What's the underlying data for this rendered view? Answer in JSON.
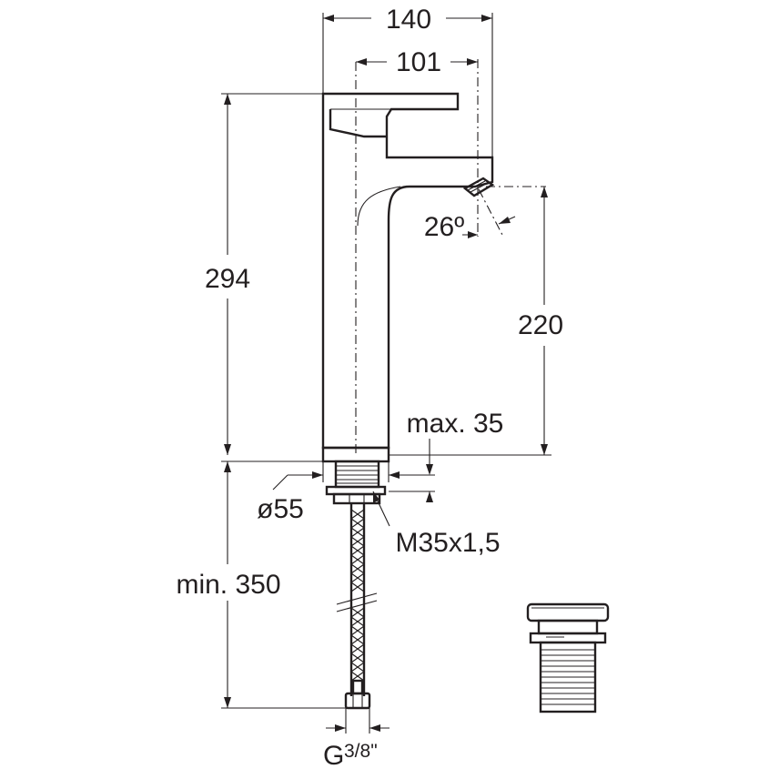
{
  "dimensions": {
    "overall_depth": "140",
    "spout_reach": "101",
    "total_height": "294",
    "spout_height": "220",
    "spray_angle": "26º",
    "max_deck_thickness": "max. 35",
    "base_diameter": "ø55",
    "thread": "M35x1,5",
    "hose_length": "min. 350",
    "connection_prefix": "G",
    "connection_fraction": "3/8\""
  }
}
